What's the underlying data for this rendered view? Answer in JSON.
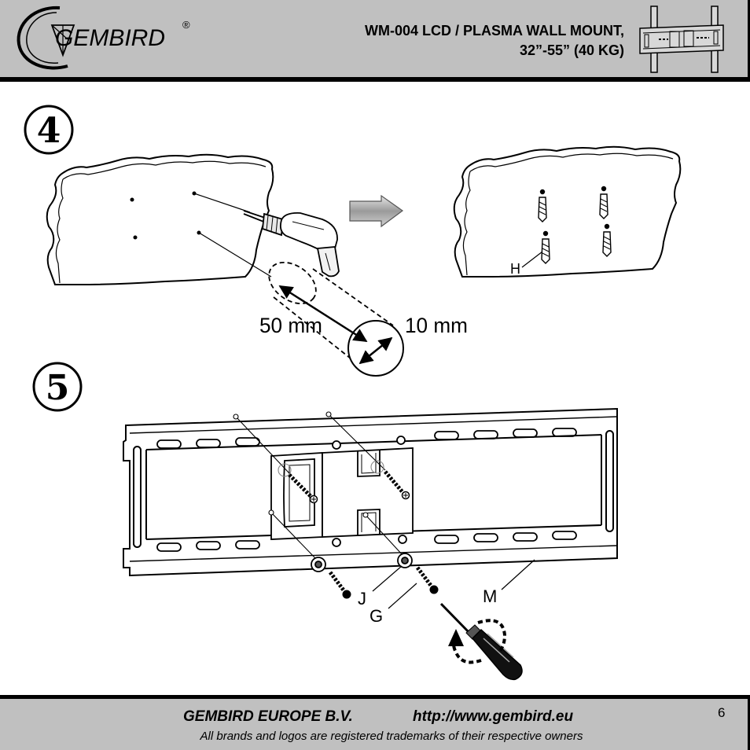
{
  "header": {
    "logo_text": "GEMBIRD",
    "logo_mark": "®",
    "title_line1": "WM-004 LCD / PLASMA WALL MOUNT,",
    "title_line2": "32”-55” (40 KG)"
  },
  "steps": [
    {
      "number": "4"
    },
    {
      "number": "5"
    }
  ],
  "step4": {
    "dimension_depth": "50 mm",
    "dimension_diameter": "10 mm",
    "part_anchor": "H"
  },
  "step5": {
    "part_j": "J",
    "part_g": "G",
    "part_m": "M"
  },
  "footer": {
    "company": "GEMBIRD EUROPE B.V.",
    "url": "http://www.gembird.eu",
    "trademark": "All brands and logos are registered trademarks of their respective owners",
    "page_number": "6"
  },
  "colors": {
    "band": "#c0c0c0",
    "ink": "#000000"
  },
  "icons": [
    "gembird-logo-icon",
    "wall-mount-icon",
    "drill-icon",
    "arrow-right-icon",
    "wall-anchor-icon",
    "screwdriver-icon",
    "rotate-arrow-icon"
  ]
}
